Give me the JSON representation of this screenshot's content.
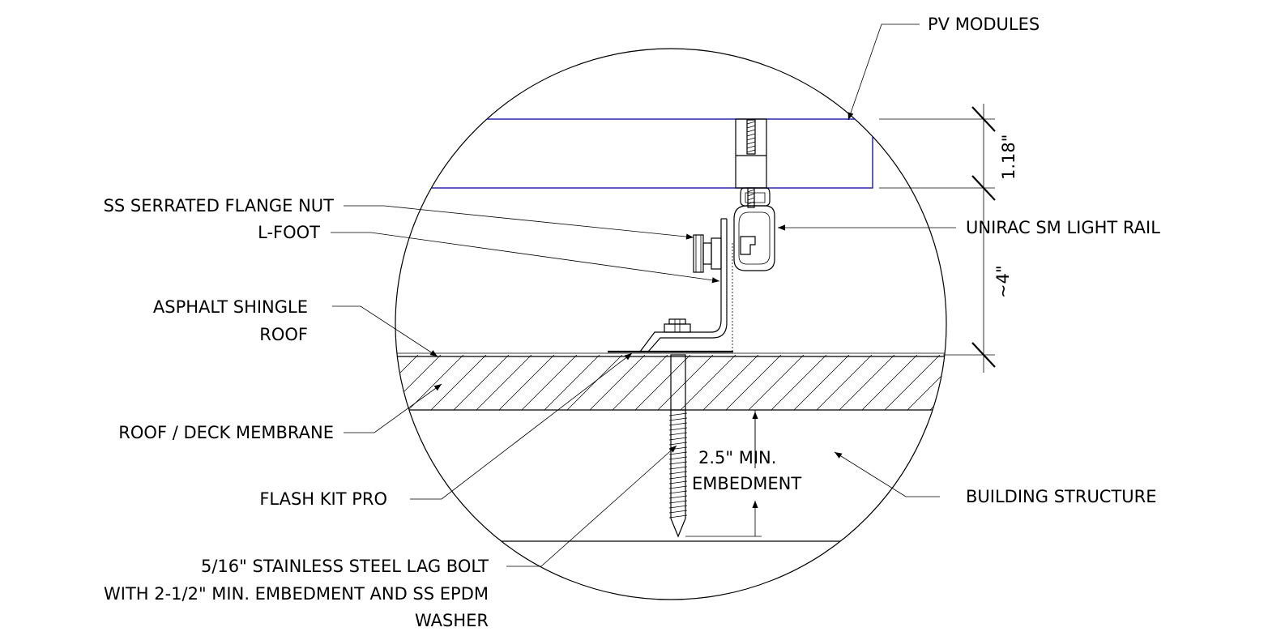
{
  "labels": {
    "pv_modules": "PV MODULES",
    "flange_nut": "SS SERRATED FLANGE NUT",
    "l_foot": "L-FOOT",
    "shingle_line1": "ASPHALT SHINGLE",
    "shingle_line2": "ROOF",
    "membrane": "ROOF / DECK MEMBRANE",
    "flash_kit": "FLASH KIT PRO",
    "lag_line1": "5/16\" STAINLESS STEEL LAG BOLT",
    "lag_line2": "WITH 2-1/2\" MIN. EMBEDMENT AND SS EPDM",
    "lag_line3": "WASHER",
    "rail": "UNIRAC SM LIGHT RAIL",
    "building": "BUILDING STRUCTURE",
    "embed_line1": "2.5\" MIN.",
    "embed_line2": "EMBEDMENT"
  },
  "dimensions": {
    "module_thickness": "1.18\"",
    "rail_height": "~4\""
  },
  "colors": {
    "module_outline": "#1a1aa8",
    "line": "#000000"
  }
}
